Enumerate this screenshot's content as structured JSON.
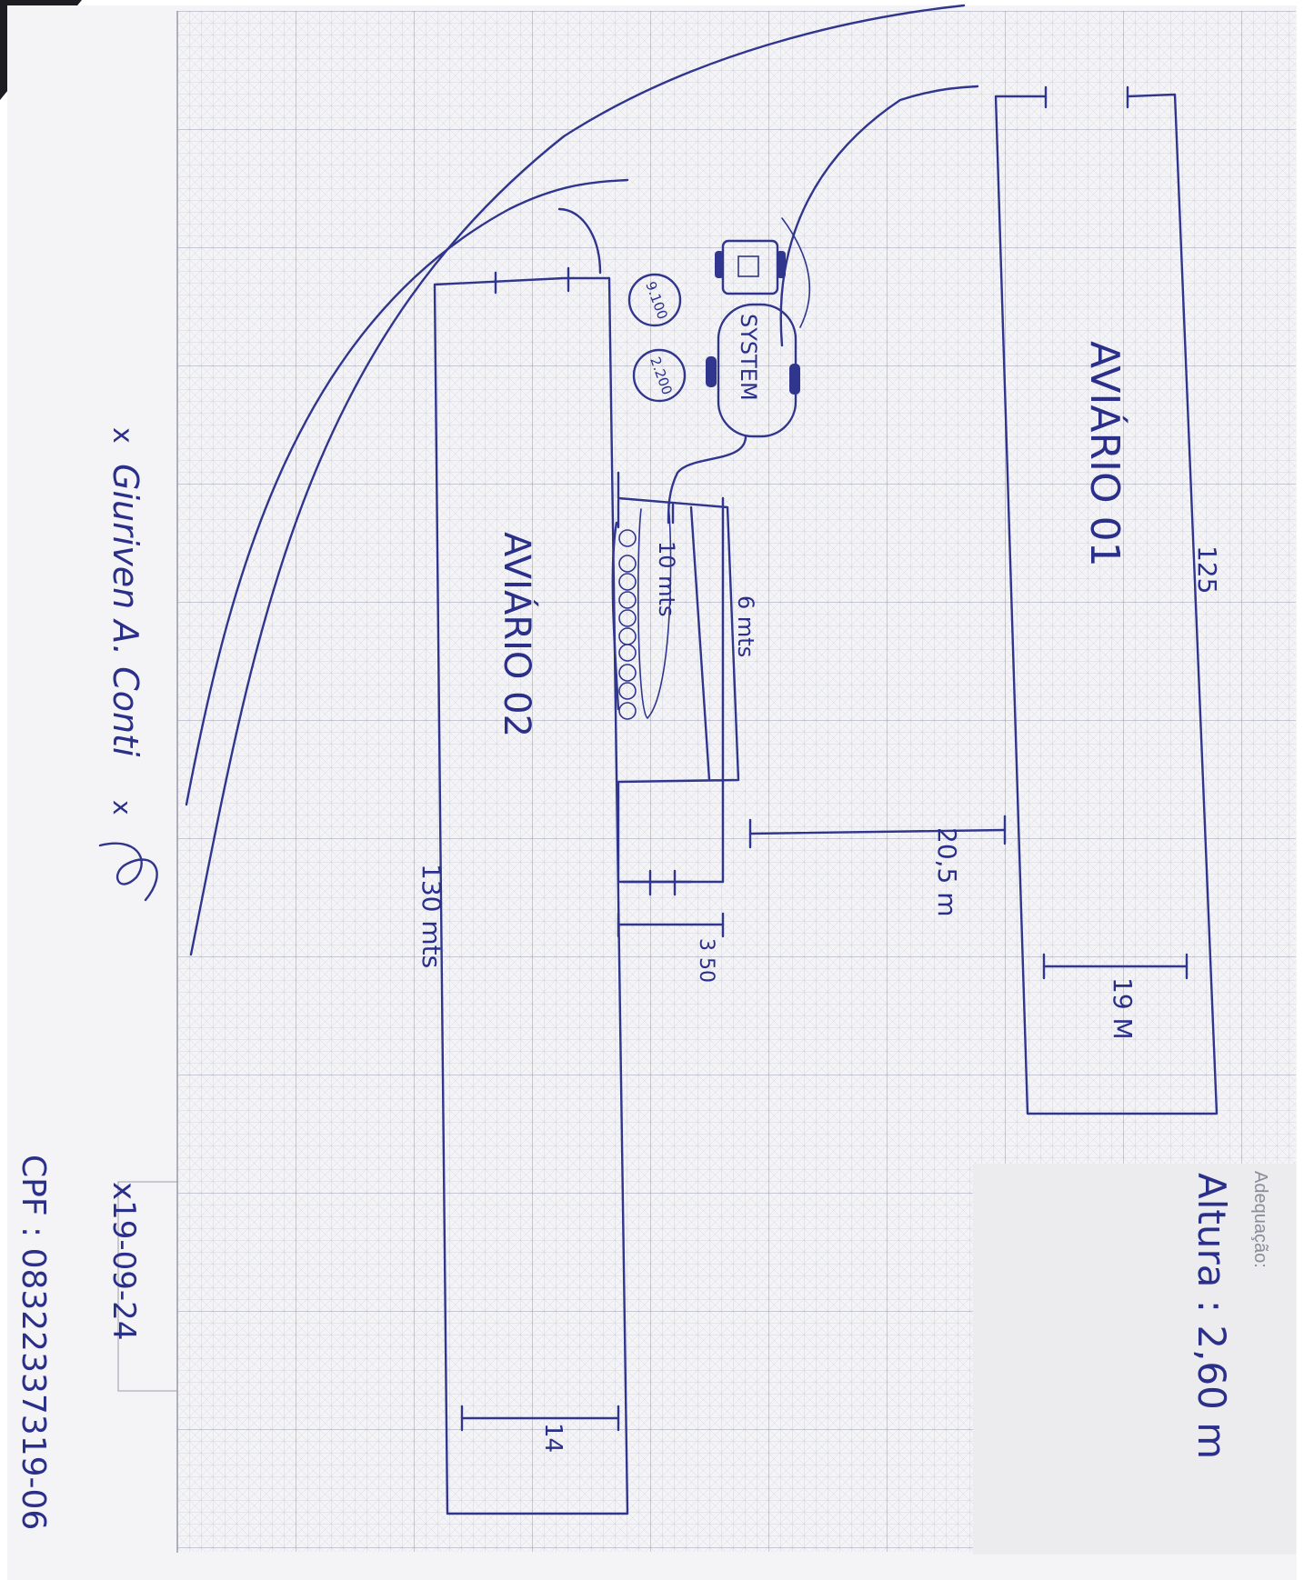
{
  "sheet": {
    "form_label": "Adequação:",
    "paper_color": "#f4f4f6",
    "grid_color": "#b9bccb",
    "ink_color": "#30358e"
  },
  "header": {
    "height_note": "Altura : 2,60 m",
    "date": "x19-09-24",
    "cpf": "CPF : 08322337319-06"
  },
  "signatures": {
    "mark1": "x",
    "name": "Giuriven A. Conti",
    "mark2": "x"
  },
  "aviario_01": {
    "label": "AVIÁRIO 01",
    "length": "125",
    "width": "19 M"
  },
  "aviario_02": {
    "label": "AVIÁRIO 02",
    "length": "130 mts",
    "width": "14"
  },
  "distances": {
    "between_buildings": "20,5 m",
    "six_m": "6 mts",
    "ten_m": "10 mts",
    "three_fifty": "3 50"
  },
  "equipment": {
    "system": "SYSTEM",
    "tank_a": "9.100",
    "tank_b": "2.200"
  }
}
